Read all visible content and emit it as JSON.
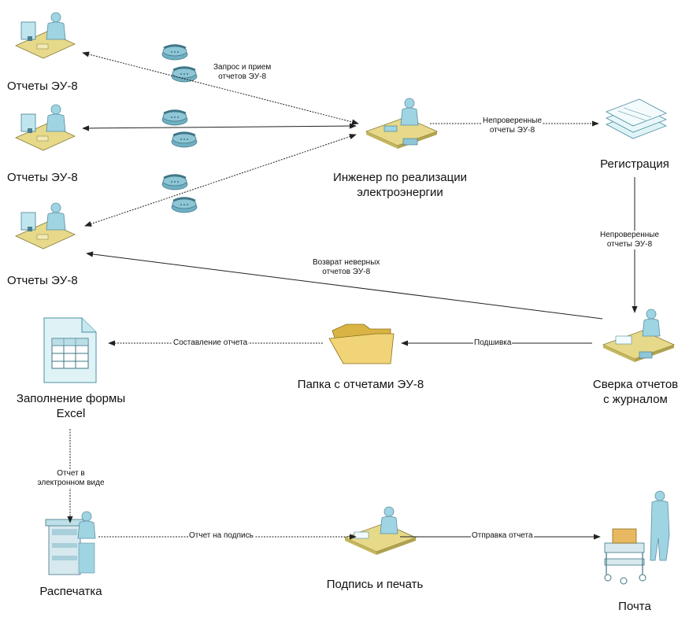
{
  "nodes": {
    "reports1": "Отчеты ЭУ-8",
    "reports2": "Отчеты ЭУ-8",
    "reports3": "Отчеты ЭУ-8",
    "engineer_line1": "Инженер по реализации",
    "engineer_line2": "электроэнергии",
    "registration": "Регистрация",
    "excel_line1": "Заполнение формы",
    "excel_line2": "Excel",
    "folder": "Папка с отчетами ЭУ-8",
    "check_line1": "Сверка отчетов",
    "check_line2": "с журналом",
    "print": "Распечатка",
    "sign": "Подпись и печать",
    "mail": "Почта"
  },
  "edges": {
    "request_line1": "Запрос и прием",
    "request_line2": "отчетов ЭУ-8",
    "unchecked1_line1": "Непроверенные",
    "unchecked1_line2": "отчеты ЭУ-8",
    "unchecked2_line1": "Непроверенные",
    "unchecked2_line2": "отчеты ЭУ-8",
    "return_line1": "Возврат неверных",
    "return_line2": "отчетов ЭУ-8",
    "filing": "Подшивка",
    "compose": "Составление отчета",
    "electronic_line1": "Отчет в",
    "electronic_line2": "электронном виде",
    "for_sign": "Отчет на подпись",
    "send": "Отправка отчета"
  },
  "colors": {
    "person": "#9fd4e3",
    "desk": "#e6d98a",
    "folder": "#e8c75a",
    "doc": "#dff3f7",
    "phone": "#8ec6d6",
    "line": "#222222"
  }
}
